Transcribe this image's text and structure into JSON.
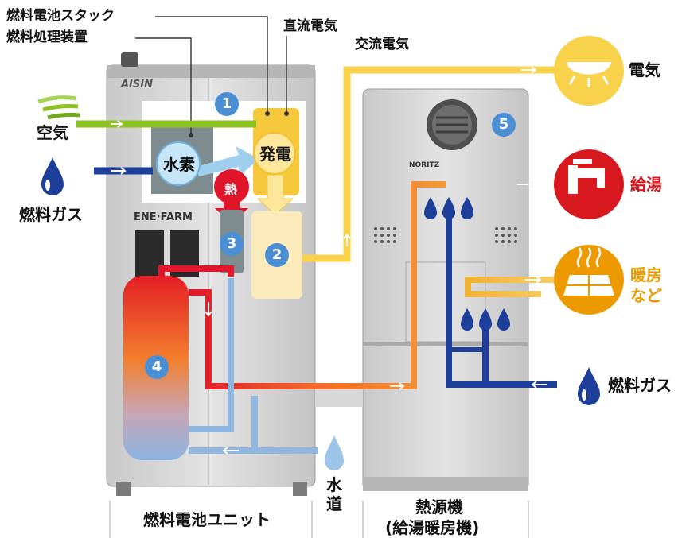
{
  "labels": {
    "fuel_cell_stack": "燃料電池スタック",
    "fuel_processor": "燃料処理装置",
    "dc_power": "直流電気",
    "ac_power": "交流電気",
    "electricity": "電気",
    "air": "空気",
    "fuel_gas_left": "燃料ガス",
    "hydrogen": "水素",
    "generation": "発電",
    "heat": "熱",
    "hot_water_supply": "給湯",
    "heating_line1": "暖房",
    "heating_line2": "など",
    "fuel_gas_right": "燃料ガス",
    "water_line1": "水",
    "water_line2": "道",
    "unit_left": "燃料電池ユニット",
    "unit_right_line1": "熱源機",
    "unit_right_line2": "(給湯暖房機)",
    "brand_aisin": "AISIN",
    "brand_enefarm": "ENE·FARM",
    "brand_noritz": "NORITZ"
  },
  "badges": [
    "1",
    "2",
    "3",
    "4",
    "5"
  ],
  "colors": {
    "air_line": "#8ec21f",
    "fuel_line": "#1d3f9a",
    "power_line": "#f7d24a",
    "hot_line": "#e0162b",
    "cold_line": "#8fb7e0",
    "badge": "#4a8fd4",
    "hot_water_label": "#d7191f",
    "heating_label": "#ec9a00"
  },
  "icons": [
    "air-flow-icon",
    "fuel-drop-icon",
    "lamp-icon",
    "faucet-icon",
    "floor-heating-icon",
    "water-drop-icon",
    "burner-flame-icon"
  ]
}
